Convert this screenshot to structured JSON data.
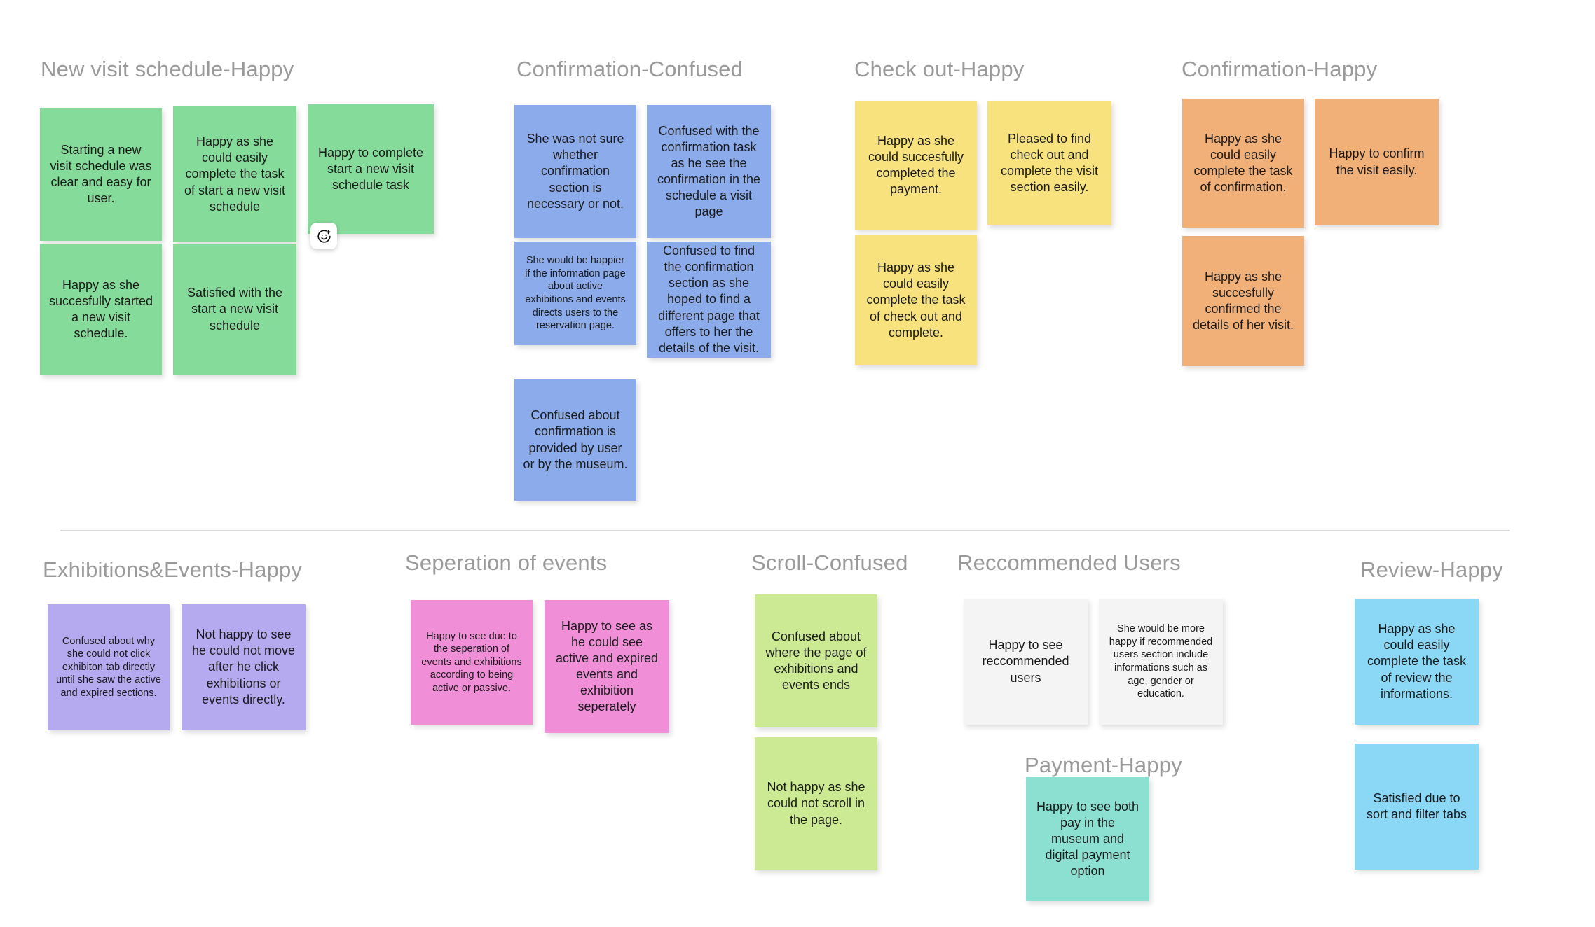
{
  "board": {
    "background": "#ffffff",
    "title_color": "#9a9a9a",
    "divider_color": "#d8d8d8"
  },
  "colors": {
    "green": "#85db99",
    "blue": "#8cabeb",
    "yellow": "#f7e27d",
    "orange": "#f2b079",
    "purple": "#b5aaf0",
    "pink": "#f08fd8",
    "lime": "#ccea94",
    "white": "#f4f4f4",
    "teal": "#8ce0d2",
    "cyan": "#8ad8f5"
  },
  "sections": [
    {
      "id": "new-visit-schedule-happy",
      "title": "New visit schedule-Happy",
      "color": "#85db99",
      "notes": [
        {
          "text": "Starting a new visit schedule was clear and easy for user."
        },
        {
          "text": "Happy as she could easily complete the task of start a new visit schedule"
        },
        {
          "text": "Happy to complete start a new visit schedule task"
        },
        {
          "text": "Happy as she succesfully started a new visit schedule."
        },
        {
          "text": "Satisfied with the start a new visit schedule"
        }
      ]
    },
    {
      "id": "confirmation-confused",
      "title": "Confirmation-Confused",
      "color": "#8cabeb",
      "notes": [
        {
          "text": "She was not sure whether confirmation section is necessary or not."
        },
        {
          "text": "Confused with the confirmation task as he see the confirmation in the schedule a visit page"
        },
        {
          "text": "She would be happier if the information page about active exhibitions and events directs users to the reservation page."
        },
        {
          "text": "Confused to find the confirmation section as she hoped to find a different page that offers to her the details of the visit."
        },
        {
          "text": "Confused about confirmation is provided by user or by the museum."
        }
      ]
    },
    {
      "id": "check-out-happy",
      "title": "Check out-Happy",
      "color": "#f7e27d",
      "notes": [
        {
          "text": "Happy as she could succesfully completed the payment."
        },
        {
          "text": "Pleased to find check out and complete the visit section easily."
        },
        {
          "text": "Happy as she could easily complete the task of check out and complete."
        }
      ]
    },
    {
      "id": "confirmation-happy",
      "title": "Confirmation-Happy",
      "color": "#f2b079",
      "notes": [
        {
          "text": "Happy as she could easily complete the task of confirmation."
        },
        {
          "text": "Happy to confirm the visit easily."
        },
        {
          "text": "Happy as she succesfully confirmed the details of her visit."
        }
      ]
    },
    {
      "id": "exhibitions-events-happy",
      "title": "Exhibitions&Events-Happy",
      "color": "#b5aaf0",
      "notes": [
        {
          "text": "Confused about why she could not click exhibiton tab directly until she saw the active and expired sections."
        },
        {
          "text": "Not happy to see he could not move after he click exhibitions or events directly."
        }
      ]
    },
    {
      "id": "seperation-of-events",
      "title": "Seperation of events",
      "color": "#f08fd8",
      "notes": [
        {
          "text": "Happy to see due to the seperation of events and exhibitions according to being active or passive."
        },
        {
          "text": "Happy to see as he could see active and expired events and exhibition seperately"
        }
      ]
    },
    {
      "id": "scroll-confused",
      "title": "Scroll-Confused",
      "color": "#ccea94",
      "notes": [
        {
          "text": "Confused about where the page of exhibitions and events ends"
        },
        {
          "text": "Not happy as she could not scroll in the page."
        }
      ]
    },
    {
      "id": "reccommended-users",
      "title": "Reccommended Users",
      "color": "#f4f4f4",
      "notes": [
        {
          "text": "Happy to see reccommended users"
        },
        {
          "text": "She would be more happy if recommended users section include informations such as age, gender or education."
        }
      ]
    },
    {
      "id": "payment-happy",
      "title": "Payment-Happy",
      "color": "#8ce0d2",
      "notes": [
        {
          "text": "Happy to see both pay in the museum and digital payment option"
        }
      ]
    },
    {
      "id": "review-happy",
      "title": "Review-Happy",
      "color": "#8ad8f5",
      "notes": [
        {
          "text": "Happy as she could easily complete the task of review the informations."
        },
        {
          "text": "Satisfied due to sort and filter tabs"
        }
      ]
    }
  ],
  "emoji_button": {
    "icon": "add-reaction-icon"
  }
}
